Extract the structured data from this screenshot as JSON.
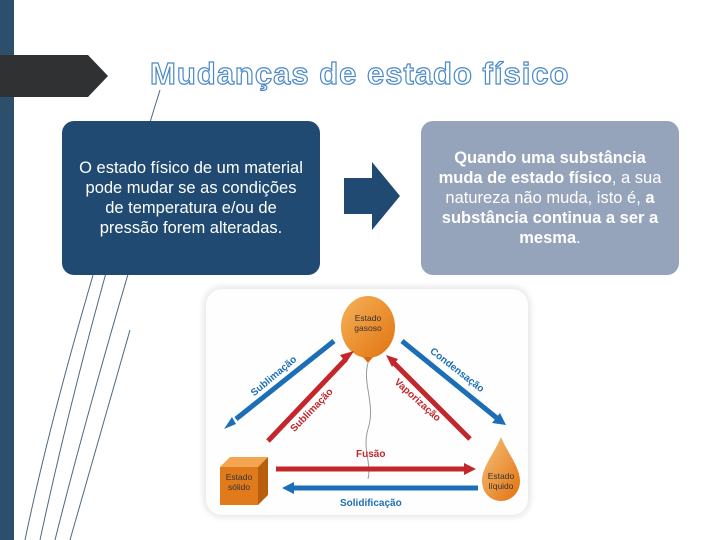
{
  "slide": {
    "title": "Mudanças de estado físico",
    "left_box": {
      "text": "O estado físico de um material pode mudar se as condições de temperatura e/ou de pressão forem alteradas."
    },
    "right_box": {
      "part1": "Quando uma substância muda de estado físico",
      "part2": ", a sua natureza não muda, isto é, ",
      "part3": "a substância continua a ser a mesma",
      "part4": "."
    }
  },
  "diagram": {
    "states": {
      "gas": "Estado gasoso",
      "solid": "Estado sólido",
      "liquid": "Estado líquido"
    },
    "transitions": {
      "sublimation_up": "Sublimação",
      "sublimation_down": "Sublimação",
      "condensation": "Condensação",
      "vaporization": "Vaporização",
      "fusion": "Fusão",
      "solidification": "Solidificação"
    },
    "colors": {
      "blue_arrow": "#1c6fb7",
      "red_arrow": "#c3262b",
      "balloon": "#f08a1c",
      "cube": "#e07a1a",
      "drop": "#ef8a1e"
    }
  },
  "colors": {
    "left_box_bg": "#214a72",
    "right_box_bg": "#96a4bb",
    "title_outline": "#4a89c8",
    "arrow": "#214a72"
  }
}
